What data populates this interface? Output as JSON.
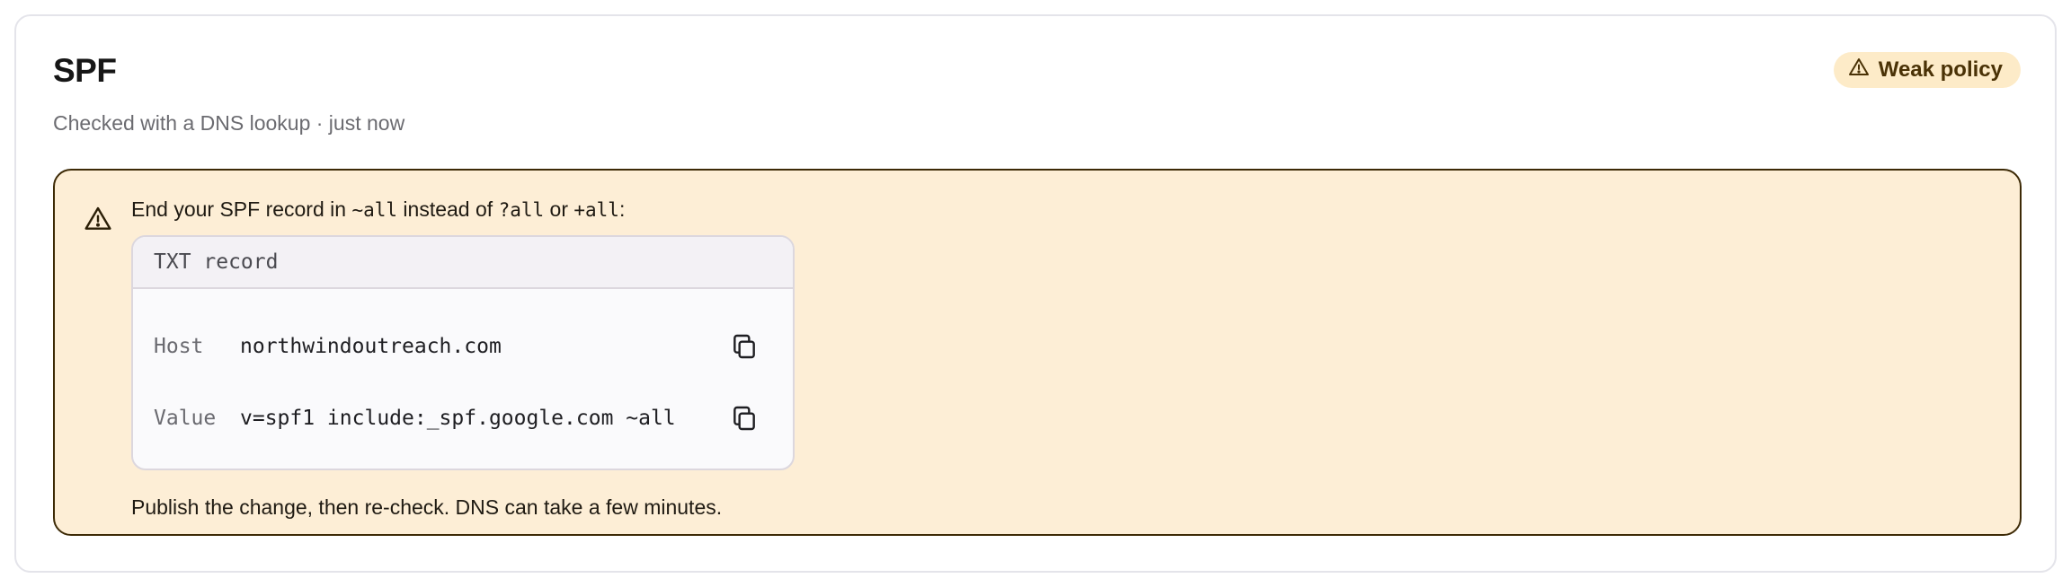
{
  "card": {
    "title": "SPF",
    "subtitle": "Checked with a DNS lookup · just now",
    "badge": {
      "label": "Weak policy",
      "icon": "warning-icon",
      "color": "#fdebc8"
    }
  },
  "alert": {
    "icon": "warning-icon",
    "message_parts": {
      "p1": "End your SPF record in ",
      "c1": "~all",
      "p2": " instead of ",
      "c2": "?all",
      "p3": " or ",
      "c3": "+all",
      "p4": ":"
    },
    "record": {
      "header": "TXT record",
      "rows": [
        {
          "key": "Host",
          "value": "northwindoutreach.com",
          "action_icon": "copy-icon"
        },
        {
          "key": "Value",
          "value": "v=spf1 include:_spf.google.com ~all",
          "action_icon": "copy-icon"
        }
      ]
    },
    "footer": "Publish the change, then re-check. DNS can take a few minutes.",
    "background": "#fdeed6",
    "border": "#3d2a06"
  }
}
